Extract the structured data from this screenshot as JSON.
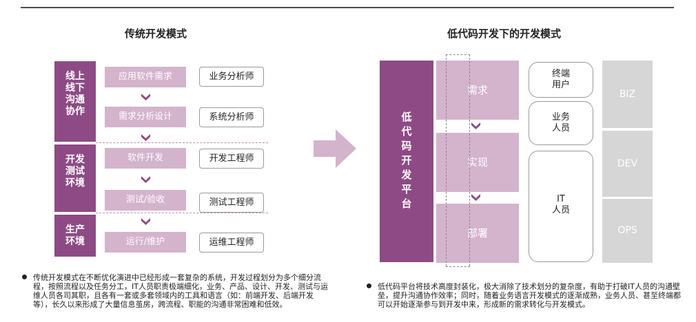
{
  "left": {
    "title": "传统开发模式",
    "phases": [
      "线上\n线下\n沟通\n协作",
      "开发\n测试\n环境",
      "生产\n环境"
    ],
    "steps": [
      "应用软件需求",
      "需求分析设计",
      "软件开发",
      "测试/验收",
      "运行/维护"
    ],
    "roles": [
      "业务分析师",
      "系统分析师",
      "开发工程师",
      "测试工程师",
      "运维工程师"
    ],
    "bullet": "传统开发模式在不断优化演进中已经形成一套复杂的系统，开发过程划分为多个细分流程，按照流程以及任务分工，IT人员职责极端细化，业务、产品、设计、开发、测试与运维人员各司其职，且各有一套或多套领域内的工具和语言（如：前端开发、后端开发等），长久以来形成了大量信息茧房，跨流程、职能的沟通非常困难和低效。"
  },
  "right": {
    "title": "低代码开发下的开发模式",
    "platform": "低代码开发平台",
    "steps": [
      "需求",
      "实现",
      "部署"
    ],
    "people": [
      "终端\n用户",
      "业务\n人员",
      "IT\n人员"
    ],
    "ops": [
      "BIZ",
      "DEV",
      "OPS"
    ],
    "bullet": "低代码平台将技术高度封装化，极大消除了技术划分的复杂度，有助于打破IT人员的沟通壁垒，提升沟通协作效率；同时，随着业务语言开发模式的逐渐成熟，业务人员、甚至终端都可以开始逐渐参与到开发中来，形成新的需求转化与开发模式。"
  },
  "colors": {
    "accent": "#8e4a85",
    "light": "#d4b3cd",
    "gray": "#d6d6d6"
  },
  "icons": [
    "chevron-down-icon",
    "right-arrow-icon",
    "bullet-dot-icon"
  ]
}
